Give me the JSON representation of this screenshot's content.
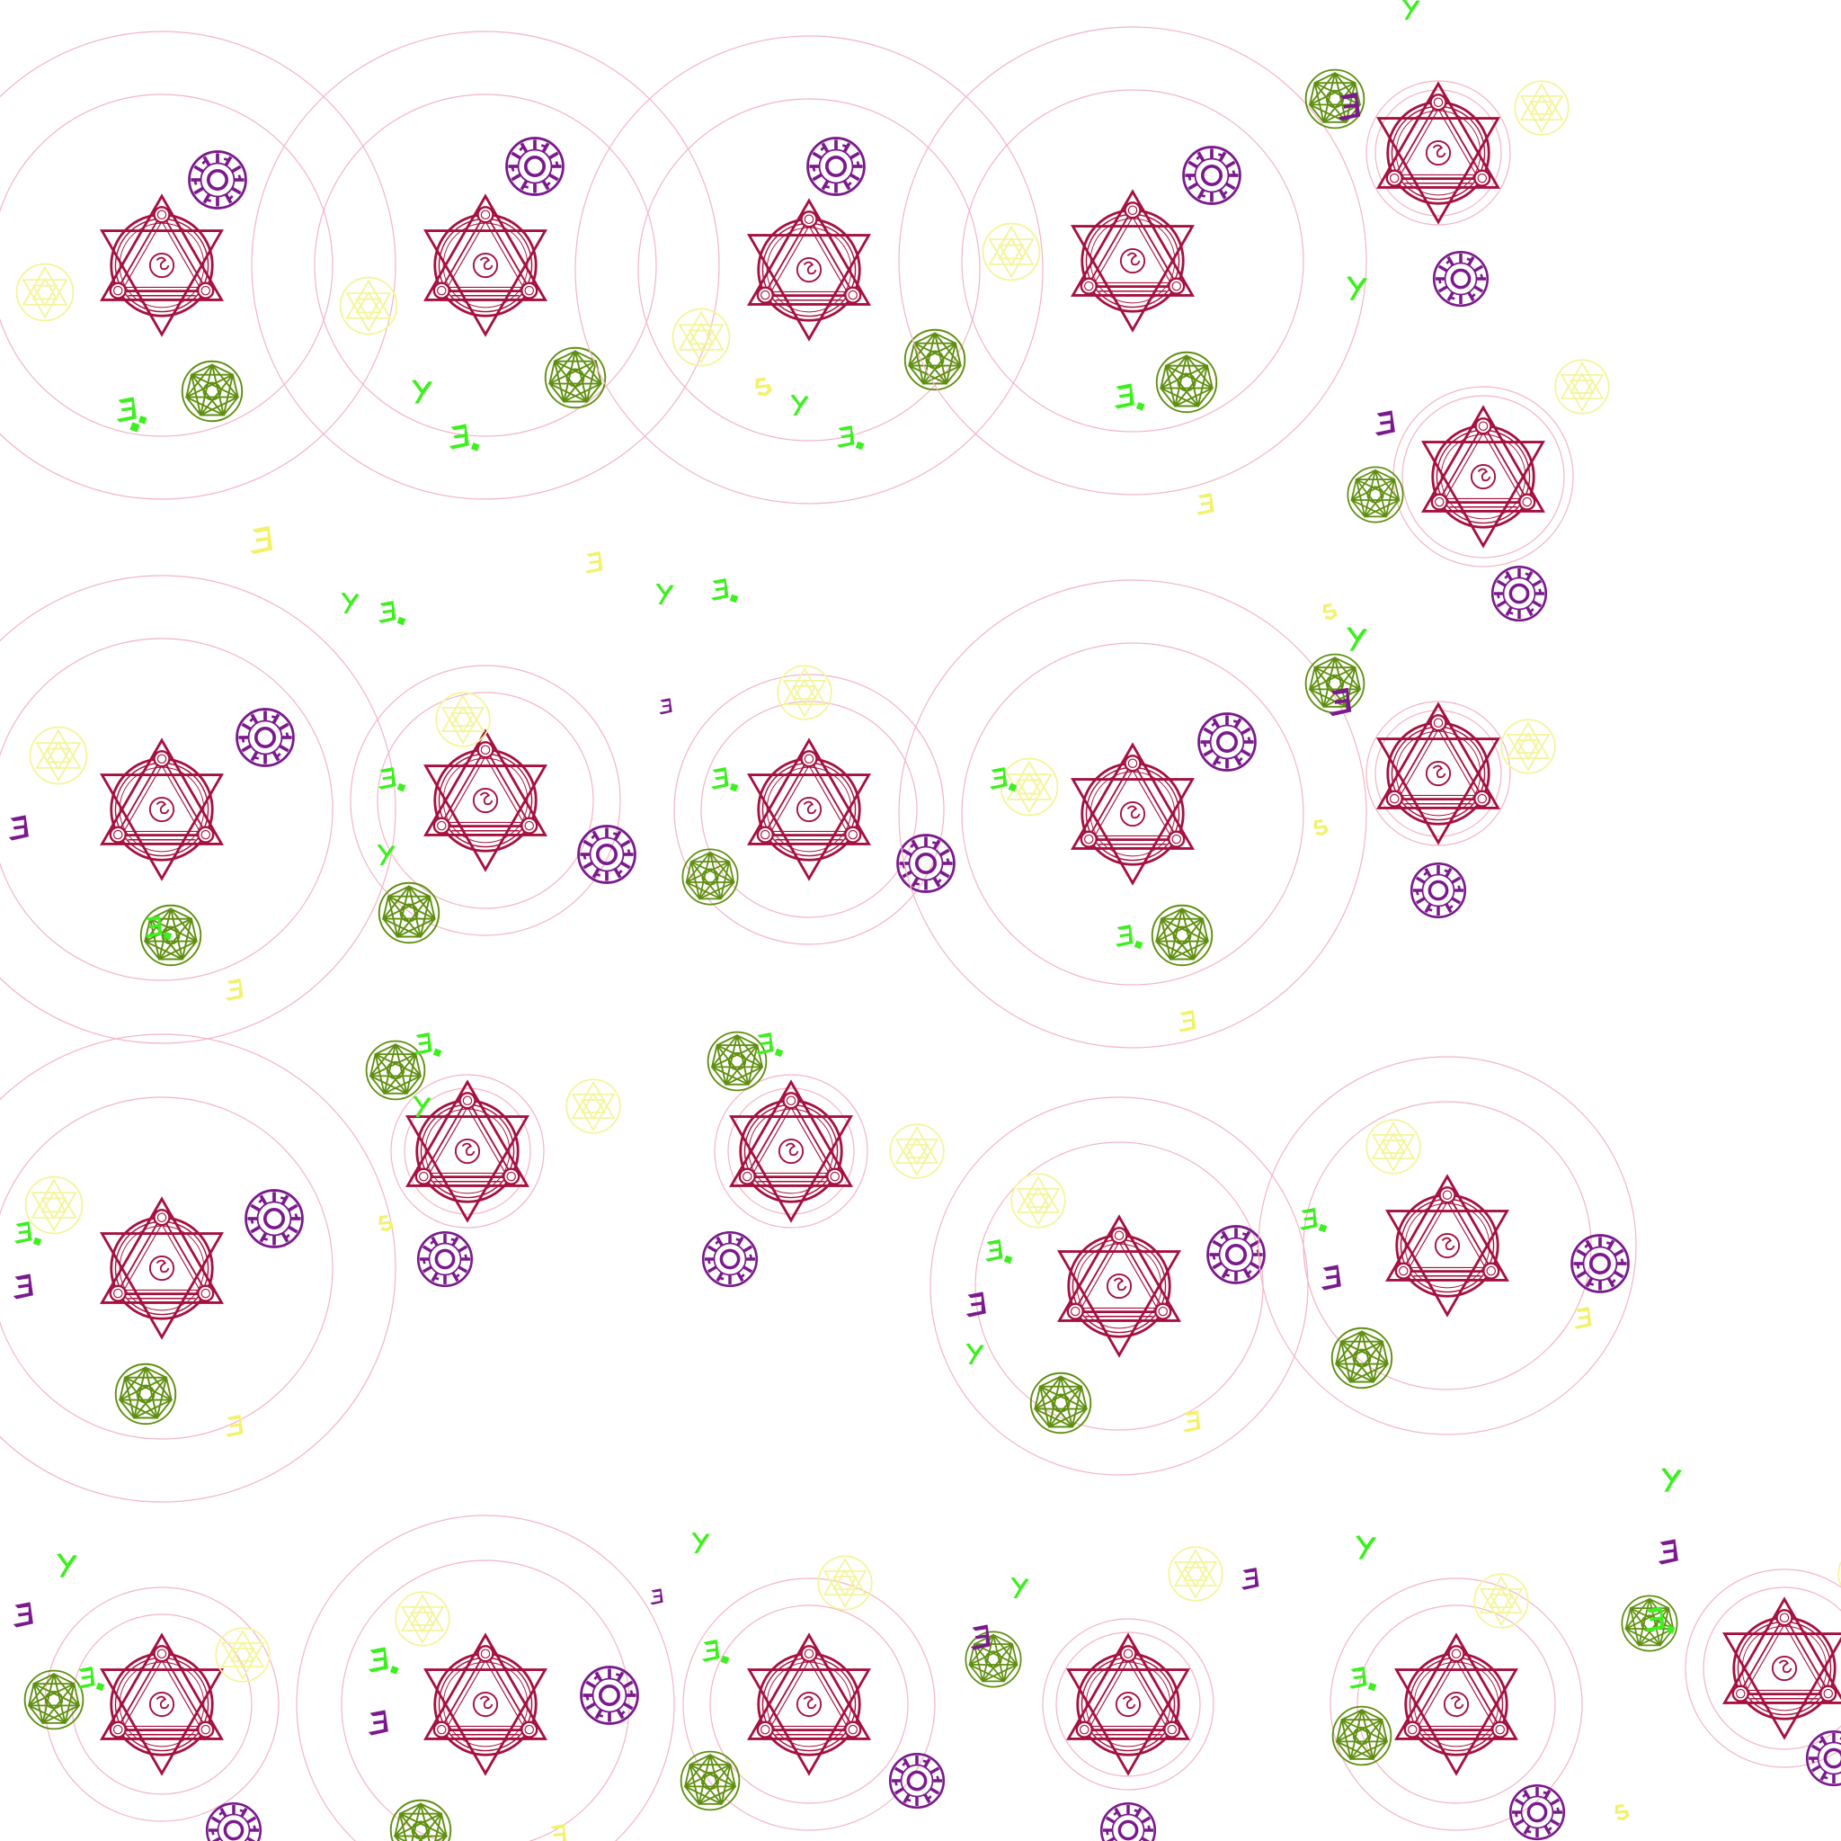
{
  "sprite_sheet": {
    "background": "#ffffff",
    "rows": 4,
    "cols": 5,
    "frame_count": 19,
    "colors": {
      "seal": "#a5103f",
      "seal_faint": "#f3b4c4",
      "rune_wheel": "#7a1a8c",
      "hexagram": "#f3f59a",
      "heptagram": "#5f8f10",
      "glyph_green": "#3cf01e",
      "glyph_yellow": "#f2f26a",
      "glyph_purple": "#7a1a8c"
    },
    "icons": {
      "seal": "triangle-seal-icon",
      "rune_wheel": "rune-wheel-icon",
      "hexagram": "hexagram-icon",
      "heptagram": "heptagram-icon"
    }
  }
}
